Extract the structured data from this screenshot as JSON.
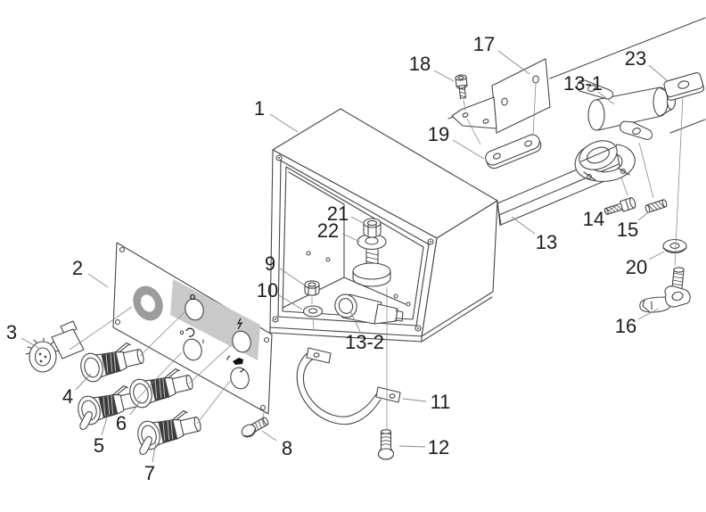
{
  "figure": {
    "type": "exploded-parts-diagram",
    "background": "#ffffff"
  },
  "colors": {
    "bg": "#ffffff",
    "line": "#454545",
    "label": "#1c1c1c",
    "leader": "#8a8a8a",
    "strip": "#c9c9c9",
    "grommet": "#9c9c9c",
    "knurl": "#3c3c3c",
    "hatch": "#c6c6c6"
  },
  "callouts": [
    "1",
    "2",
    "3",
    "4",
    "5",
    "6",
    "7",
    "8",
    "9",
    "10",
    "11",
    "12",
    "13",
    "13-1",
    "13-2",
    "14",
    "15",
    "16",
    "17",
    "18",
    "19",
    "20",
    "21",
    "22",
    "23"
  ],
  "panel": {
    "icons": {
      "power_symbol": "O",
      "on_symbol": "I",
      "lightning_icon": "lightning-bolt",
      "machine_icon": "machine-silhouette",
      "rotary_icon": "rotary-arrow"
    }
  }
}
